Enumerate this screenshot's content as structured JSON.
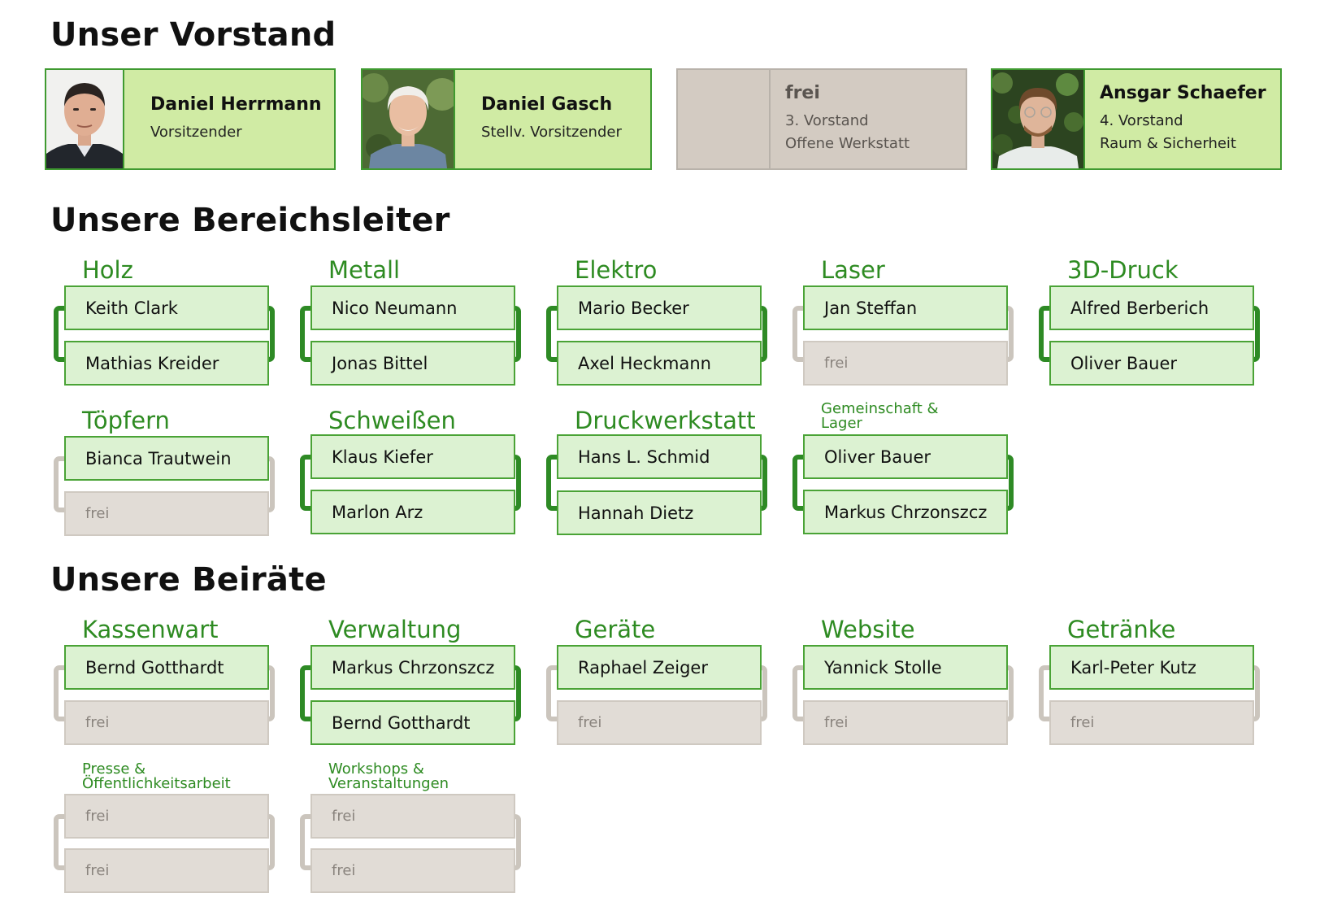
{
  "headings": {
    "vorstand": "Unser Vorstand",
    "bereichsleiter": "Unsere Bereichsleiter",
    "beiraete": "Unsere Beiräte"
  },
  "vorstand": [
    {
      "name": "Daniel Herrmann",
      "roles": [
        "Vorsitzender"
      ],
      "free": false
    },
    {
      "name": "Daniel Gasch",
      "roles": [
        "Stellv. Vorsitzender"
      ],
      "free": false
    },
    {
      "name": "frei",
      "roles": [
        "3. Vorstand",
        "Offene Werkstatt"
      ],
      "free": true
    },
    {
      "name": "Ansgar Schaefer",
      "roles": [
        "4. Vorstand",
        "Raum & Sicherheit"
      ],
      "free": false
    }
  ],
  "bereichsleiter": [
    {
      "title": "Holz",
      "members": [
        "Keith Clark",
        "Mathias Kreider"
      ]
    },
    {
      "title": "Metall",
      "members": [
        "Nico Neumann",
        "Jonas Bittel"
      ]
    },
    {
      "title": "Elektro",
      "members": [
        "Mario Becker",
        "Axel Heckmann"
      ]
    },
    {
      "title": "Laser",
      "members": [
        "Jan Steffan",
        "frei"
      ]
    },
    {
      "title": "3D-Druck",
      "members": [
        "Alfred Berberich",
        "Oliver Bauer"
      ]
    },
    {
      "title": "Töpfern",
      "members": [
        "Bianca Trautwein",
        "frei"
      ]
    },
    {
      "title": "Schweißen",
      "members": [
        "Klaus Kiefer",
        "Marlon Arz"
      ]
    },
    {
      "title": "Druckwerkstatt",
      "members": [
        "Hans L. Schmid",
        "Hannah Dietz"
      ]
    },
    {
      "title": "Gemeinschaft & Lager",
      "members": [
        "Oliver Bauer",
        "Markus Chrzonszcz"
      ]
    }
  ],
  "beiraete": [
    {
      "title": "Kassenwart",
      "members": [
        "Bernd Gotthardt",
        "frei"
      ]
    },
    {
      "title": "Verwaltung",
      "members": [
        "Markus Chrzonszcz",
        "Bernd Gotthardt"
      ]
    },
    {
      "title": "Geräte",
      "members": [
        "Raphael Zeiger",
        "frei"
      ]
    },
    {
      "title": "Website",
      "members": [
        "Yannick Stolle",
        "frei"
      ]
    },
    {
      "title": "Getränke",
      "members": [
        "Karl-Peter Kutz",
        "frei"
      ]
    },
    {
      "title": "Presse & Öffentlichkeitsarbeit",
      "members": [
        "frei",
        "frei"
      ]
    },
    {
      "title": "Workshops & Veranstaltungen",
      "members": [
        "frei",
        "frei"
      ]
    }
  ],
  "colors": {
    "accent": "#2e8b22",
    "card_fill": "#d0eba4",
    "box_fill": "#dcf2d2",
    "free_fill": "#e1dcd6"
  }
}
